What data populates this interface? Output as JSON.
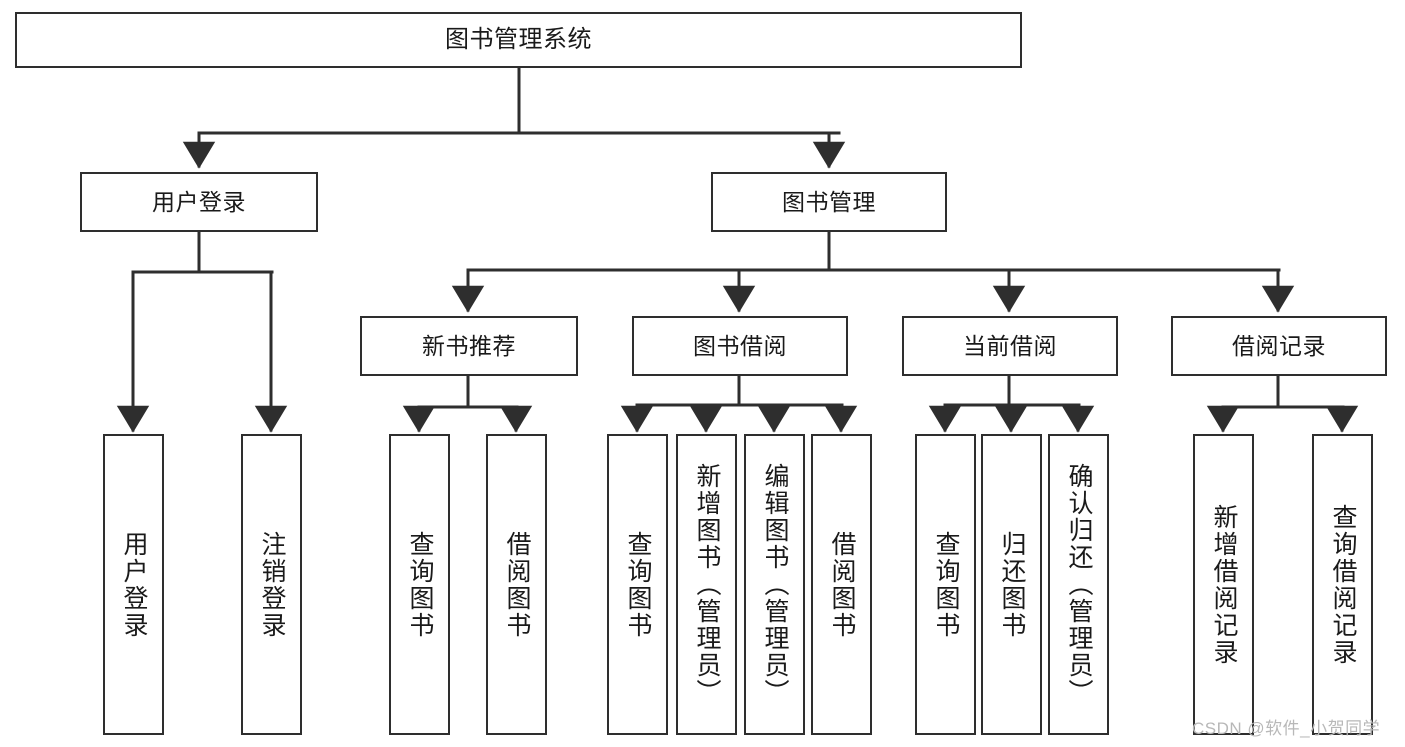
{
  "diagram": {
    "title": "图书管理系统",
    "type": "tree-hierarchy-diagram",
    "style": {
      "stroke": "#2e2e2e",
      "fill": "#ffffff",
      "text": "#1a1a1a",
      "watermark_color": "#b8b8b8"
    },
    "nodes": {
      "root": {
        "label": "图书管理系统"
      },
      "level2": [
        {
          "id": "user-login",
          "label": "用户登录"
        },
        {
          "id": "book-management",
          "label": "图书管理"
        }
      ],
      "level3": [
        {
          "id": "new-book-recommend",
          "label": "新书推荐"
        },
        {
          "id": "book-borrow",
          "label": "图书借阅"
        },
        {
          "id": "current-borrow",
          "label": "当前借阅"
        },
        {
          "id": "borrow-record",
          "label": "借阅记录"
        }
      ],
      "leaves": {
        "user-login": [
          {
            "id": "leaf-user-login",
            "label": "用户登录"
          },
          {
            "id": "leaf-logout-login",
            "label": "注销登录"
          }
        ],
        "new-book-recommend": [
          {
            "id": "leaf-query-book-1",
            "label": "查询图书"
          },
          {
            "id": "leaf-borrow-book-1",
            "label": "借阅图书"
          }
        ],
        "book-borrow": [
          {
            "id": "leaf-query-book-2",
            "label": "查询图书"
          },
          {
            "id": "leaf-add-book",
            "label": "新增图书（管理员）"
          },
          {
            "id": "leaf-edit-book",
            "label": "编辑图书（管理员）"
          },
          {
            "id": "leaf-borrow-book-2",
            "label": "借阅图书"
          }
        ],
        "current-borrow": [
          {
            "id": "leaf-query-book-3",
            "label": "查询图书"
          },
          {
            "id": "leaf-return-book",
            "label": "归还图书"
          },
          {
            "id": "leaf-confirm-return",
            "label": "确认归还（管理员）"
          }
        ],
        "borrow-record": [
          {
            "id": "leaf-add-record",
            "label": "新增借阅记录"
          },
          {
            "id": "leaf-query-record",
            "label": "查询借阅记录"
          }
        ]
      }
    },
    "watermark": "CSDN @软件_小贺同学"
  }
}
